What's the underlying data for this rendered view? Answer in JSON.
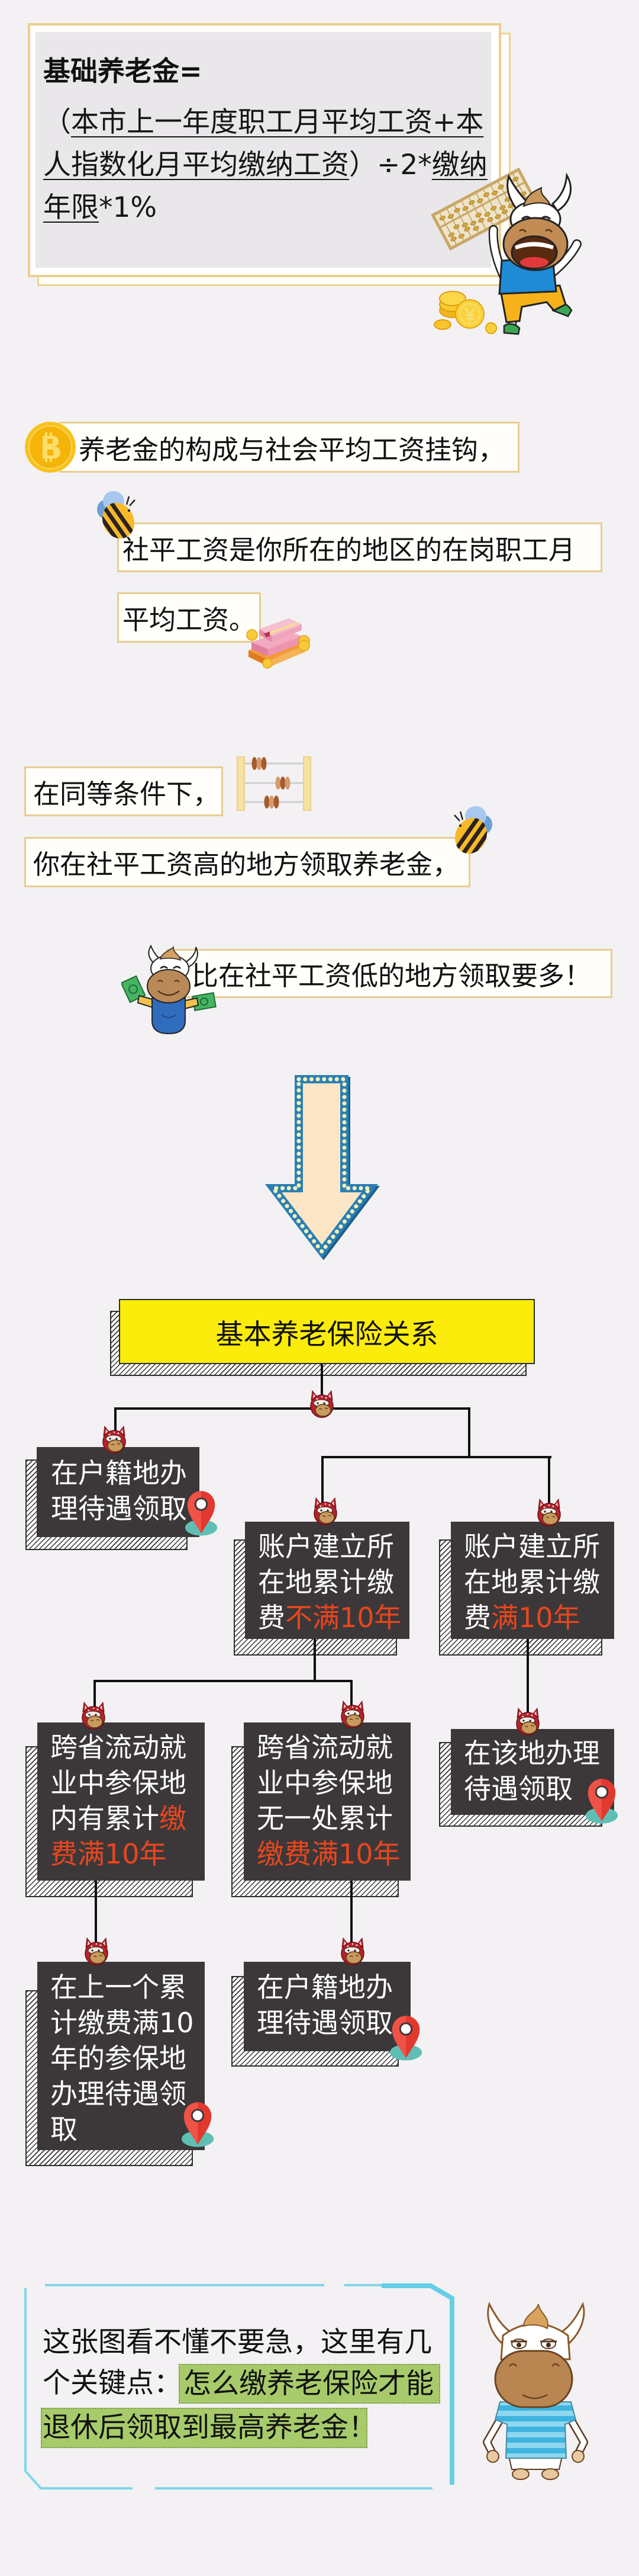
{
  "formula_card": {
    "title": "基础养老金=",
    "lines": [
      [
        {
          "text": "（",
          "u": false
        },
        {
          "text": "本市上一年度职工月平均工资+本",
          "u": true
        }
      ],
      [
        {
          "text": "人指数化月平均缴纳工资",
          "u": true
        },
        {
          "text": "）÷2*",
          "u": false
        },
        {
          "text": "缴纳",
          "u": true
        }
      ],
      [
        {
          "text": "年限",
          "u": true
        },
        {
          "text": "*1%",
          "u": false
        }
      ]
    ],
    "illustration": "cow-with-abacus-and-coins-icon",
    "colors": {
      "frame": "#ebcf8e",
      "panel": "#e9e7ea"
    }
  },
  "callouts": [
    {
      "text": "养老金的构成与社会平均工资挂钩，",
      "icon": "bitcoin-coin-icon"
    },
    {
      "text": "社平工资是你所在的地区的在岗职工月",
      "icon": "bee-icon"
    },
    {
      "text": "平均工资。",
      "icon": "money-stack-icon"
    },
    {
      "text": "在同等条件下，",
      "icon": "abacus-icon"
    },
    {
      "text": "你在社平工资高的地方领取养老金，",
      "icon": "bee-icon"
    },
    {
      "text": "比在社平工资低的地方领取要多！",
      "icon": "cow-holding-money-icon"
    }
  ],
  "arrow": {
    "icon": "down-arrow-icon",
    "border_color": "#2b7fb4",
    "fill_color": "#fde6c6",
    "bulb_color": "#f5f2b6"
  },
  "flowchart": {
    "root": {
      "label": "基本养老保险关系",
      "color": "#fbec0c"
    },
    "node_color": "#3c383a",
    "highlight_color": "#e9461d",
    "connector_icon": "cow-head-badge-icon",
    "nodes": [
      {
        "lines": [
          [
            {
              "text": "在户籍地办",
              "red": false
            }
          ],
          [
            {
              "text": "理待遇领取",
              "red": false
            }
          ]
        ],
        "pin": true
      },
      {
        "lines": [
          [
            {
              "text": "账户建立所",
              "red": false
            }
          ],
          [
            {
              "text": "在地累计缴",
              "red": false
            }
          ],
          [
            {
              "text": "费",
              "red": false
            },
            {
              "text": "不满10年",
              "red": true
            }
          ]
        ],
        "pin": false
      },
      {
        "lines": [
          [
            {
              "text": "账户建立所",
              "red": false
            }
          ],
          [
            {
              "text": "在地累计缴",
              "red": false
            }
          ],
          [
            {
              "text": "费",
              "red": false
            },
            {
              "text": "满10年",
              "red": true
            }
          ]
        ],
        "pin": false
      },
      {
        "lines": [
          [
            {
              "text": "跨省流动就",
              "red": false
            }
          ],
          [
            {
              "text": "业中参保地",
              "red": false
            }
          ],
          [
            {
              "text": "内有累计",
              "red": false
            },
            {
              "text": "缴",
              "red": true
            }
          ],
          [
            {
              "text": "费满10年",
              "red": true
            }
          ]
        ],
        "pin": false
      },
      {
        "lines": [
          [
            {
              "text": "跨省流动就",
              "red": false
            }
          ],
          [
            {
              "text": "业中参保地",
              "red": false
            }
          ],
          [
            {
              "text": "无一处累计",
              "red": false
            }
          ],
          [
            {
              "text": "缴费满10年",
              "red": true
            }
          ]
        ],
        "pin": false
      },
      {
        "lines": [
          [
            {
              "text": "在该地办理",
              "red": false
            }
          ],
          [
            {
              "text": "待遇领取",
              "red": false
            }
          ]
        ],
        "pin": true
      },
      {
        "lines": [
          [
            {
              "text": "在上一个累",
              "red": false
            }
          ],
          [
            {
              "text": "计缴费满10",
              "red": false
            }
          ],
          [
            {
              "text": "年的参保地",
              "red": false
            }
          ],
          [
            {
              "text": "办理待遇领",
              "red": false
            }
          ],
          [
            {
              "text": "取",
              "red": false
            }
          ]
        ],
        "pin": true
      },
      {
        "lines": [
          [
            {
              "text": "在户籍地办",
              "red": false
            }
          ],
          [
            {
              "text": "理待遇领取",
              "red": false
            }
          ]
        ],
        "pin": true
      }
    ]
  },
  "summary": {
    "line1": "这张图看不懂不要急，这里有几",
    "line2_prefix": "个关键点：",
    "highlight_1": "怎么缴养老保险才能",
    "highlight_2": "退休后领取到最高养老金！",
    "highlight_color": "#a7cb6a",
    "frame_color": "#80d6ea",
    "illustration": "cow-in-striped-shirt-icon"
  }
}
